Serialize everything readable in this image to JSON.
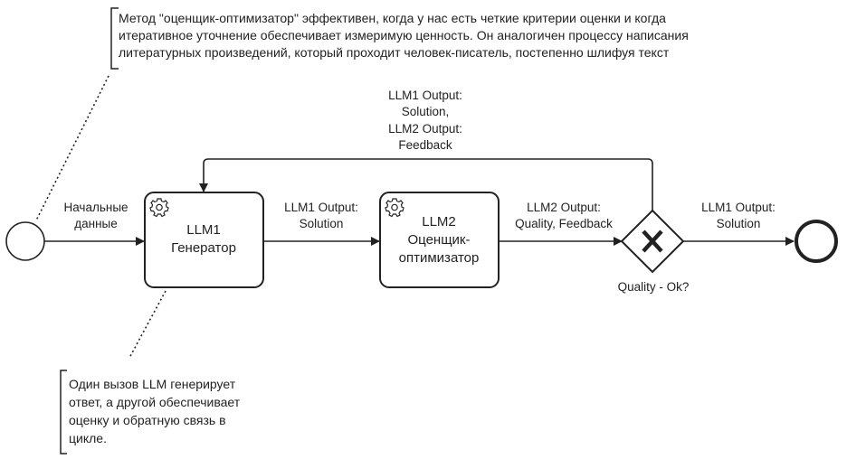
{
  "annotations": {
    "top": [
      "Метод \"оценщик-оптимизатор\" эффективен, когда у нас есть четкие критерии оценки и когда",
      "итеративное уточнение обеспечивает измеримую ценность. Он аналогичен процессу написания",
      "литературных произведений, который проходит человек-писатель, постепенно шлифуя текст"
    ],
    "bottom": [
      "Один вызов LLM генерирует",
      "ответ, а другой обеспечивает",
      "оценку и обратную связь в",
      "цикле."
    ]
  },
  "tasks": {
    "generator": [
      "LLM1",
      "Генератор"
    ],
    "evaluator": [
      "LLM2",
      "Оценщик-",
      "оптимизатор"
    ]
  },
  "flows": {
    "start_to_generator": [
      "Начальные",
      "данные"
    ],
    "generator_to_evaluator": [
      "LLM1 Output:",
      "Solution"
    ],
    "evaluator_to_gateway": [
      "LLM2 Output:",
      "Quality, Feedback"
    ],
    "gateway_to_end": [
      "LLM1 Output:",
      "Solution"
    ],
    "loop_back": [
      "LLM1 Output:",
      "Solution,",
      "LLM2 Output:",
      "Feedback"
    ]
  },
  "gateway": {
    "label": "Quality - Ok?",
    "symbol": "X"
  },
  "colors": {
    "stroke": "#222222",
    "background": "#ffffff"
  }
}
